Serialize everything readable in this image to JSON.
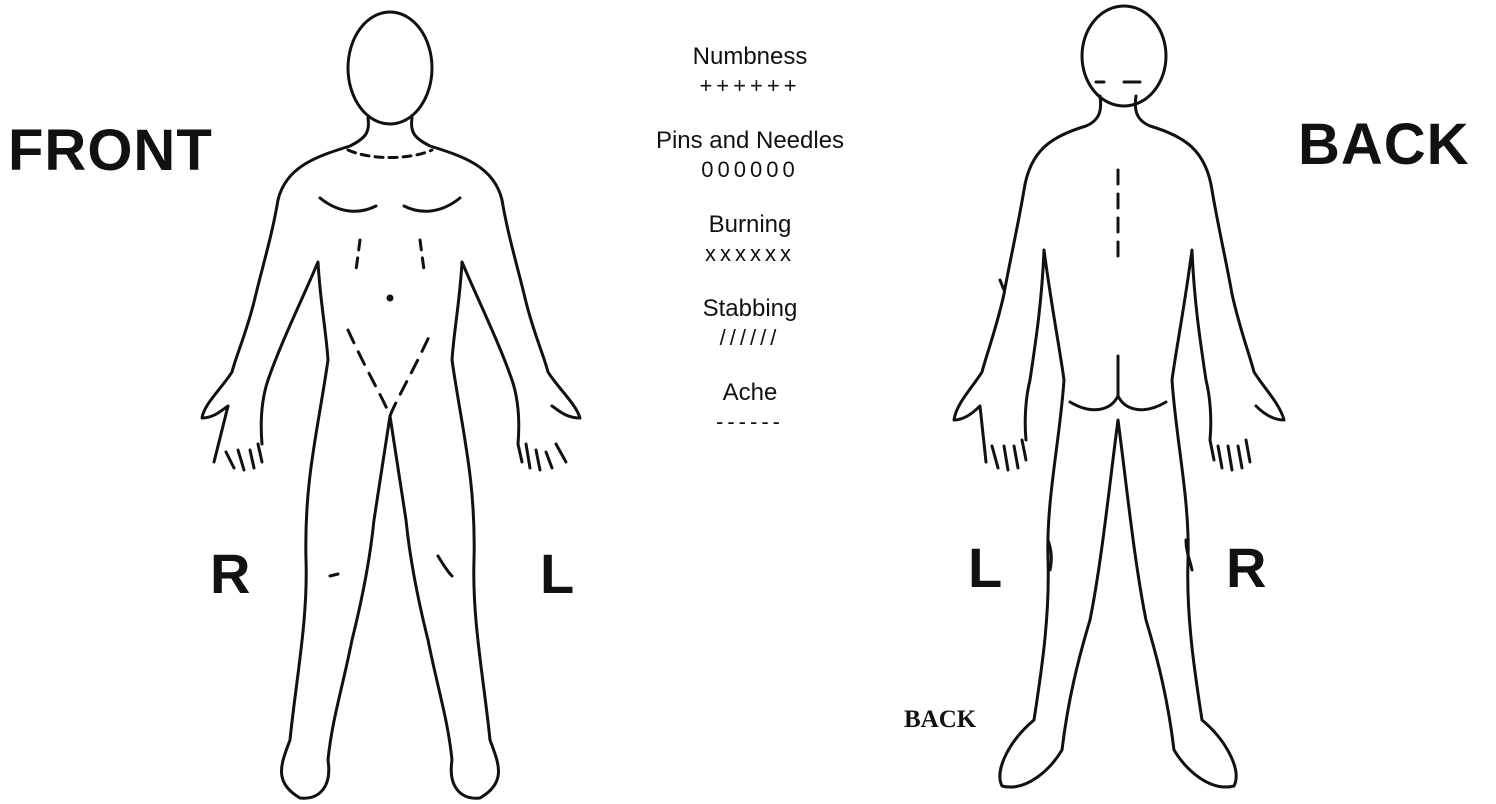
{
  "front": {
    "title": "FRONT",
    "right_letter": "R",
    "left_letter": "L"
  },
  "back": {
    "title": "BACK",
    "left_letter": "L",
    "right_letter": "R",
    "caption": "BACK"
  },
  "legend": [
    {
      "label": "Numbness",
      "symbol": "++++++"
    },
    {
      "label": "Pins and Needles",
      "symbol": "000000"
    },
    {
      "label": "Burning",
      "symbol": "xxxxxx"
    },
    {
      "label": "Stabbing",
      "symbol": "//////"
    },
    {
      "label": "Ache",
      "symbol": "------"
    }
  ]
}
